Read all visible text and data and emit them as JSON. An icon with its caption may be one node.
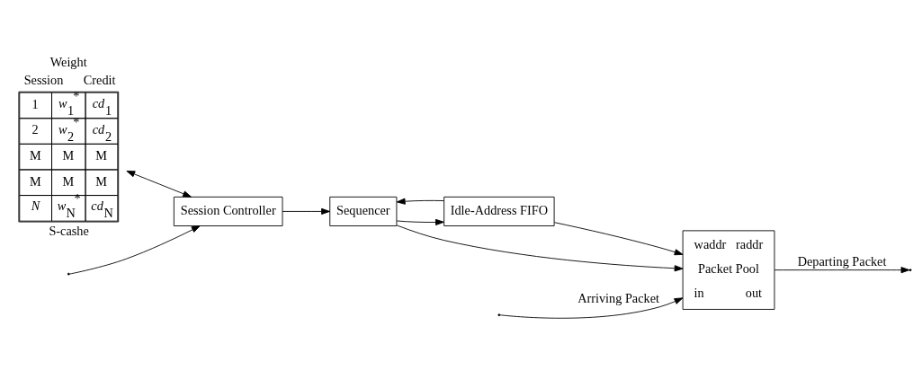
{
  "diagram": {
    "nodes": [
      {
        "text": [
          "Session",
          "Weight",
          "Credit",
          "1",
          "*w*$_{1}$$^{*}$",
          "*cd*$_{1}$",
          "2",
          "*w*$_{2}$$^{*}$",
          "*cd*$_{2}$",
          "M",
          "M",
          "M",
          "M",
          "M",
          "M",
          "*N*",
          "*w*$_{N}$$^{*}$",
          "*cd*$_{N}$",
          "S-cashe"
        ]
      },
      {
        "text": [
          "Session Controller"
        ]
      },
      {
        "text": [
          "Sequencer"
        ]
      },
      {
        "text": [
          "Idle-Address FIFO"
        ]
      },
      {
        "text": [
          "waddr",
          "raddr",
          "Packet Pool",
          "in",
          "out"
        ]
      }
    ],
    "edges": [
      {
        "from": 0,
        "to": 1,
        "arrow": "both"
      },
      {
        "from": 1,
        "to": 2,
        "arrow": "to"
      },
      {
        "from": 2,
        "to": 3,
        "arrow": "to"
      },
      {
        "from": 2,
        "to": 4,
        "arrow": "to"
      },
      {
        "from": 3,
        "to": 2,
        "arrow": "to"
      },
      {
        "from": 3,
        "to": 4,
        "arrow": "to"
      },
      {
        "from": null,
        "to": 1,
        "arrow": "to"
      },
      {
        "from": null,
        "to": 4,
        "arrow": "to",
        "label": "Arriving Packet"
      },
      {
        "from": 4,
        "to": null,
        "arrow": "to",
        "label": "Departing Packet"
      }
    ]
  }
}
